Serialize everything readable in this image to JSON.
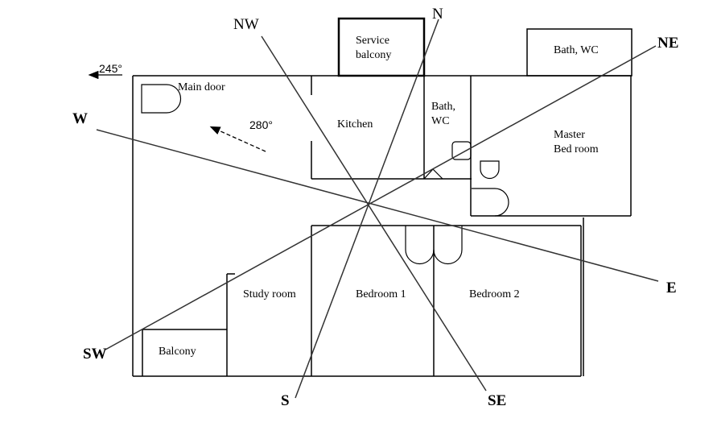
{
  "title": "Floor plan with compass directions",
  "rooms": {
    "service_balcony": [
      "Service",
      "balcony"
    ],
    "bath_wc_top": "Bath, WC",
    "main_door": "Main door",
    "kitchen": "Kitchen",
    "bath_wc_mid": [
      "Bath,",
      "WC"
    ],
    "master_bedroom": [
      "Master",
      "Bed room"
    ],
    "study_room": "Study room",
    "bedroom1": "Bedroom 1",
    "bedroom2": "Bedroom 2",
    "balcony": "Balcony"
  },
  "directions": {
    "N": "N",
    "NE": "NE",
    "E": "E",
    "SE": "SE",
    "S": "S",
    "SW": "SW",
    "W": "W",
    "NW": "NW"
  },
  "angles": {
    "outer": "245°",
    "inner": "280°"
  }
}
